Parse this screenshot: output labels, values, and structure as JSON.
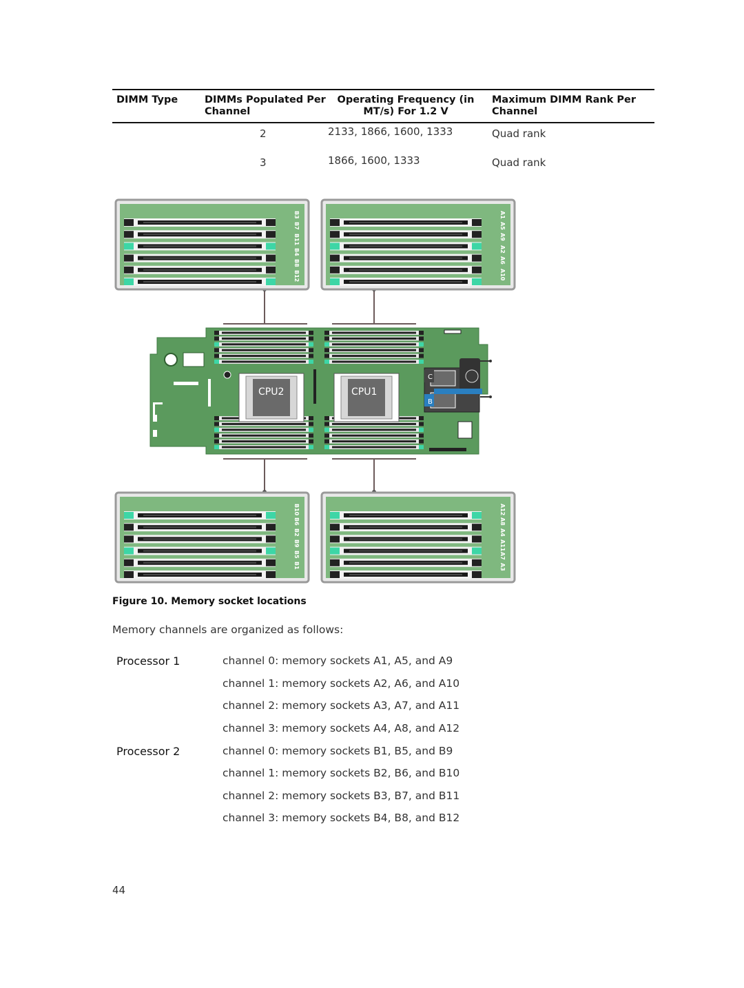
{
  "table": {
    "headers": [
      {
        "line1": "DIMM Type",
        "line2": ""
      },
      {
        "line1": "DIMMs Populated Per",
        "line2": "Channel"
      },
      {
        "line1": "Operating Frequency (in",
        "line2": "MT/s) For 1.2 V"
      },
      {
        "line1": "Maximum DIMM Rank Per",
        "line2": "Channel"
      }
    ],
    "rows": [
      {
        "dimm_type": "",
        "populated": "2",
        "frequency": "2133, 1866, 1600, 1333",
        "rank": "Quad rank"
      },
      {
        "dimm_type": "",
        "populated": "3",
        "frequency": "1866, 1600, 1333",
        "rank": "Quad rank"
      }
    ]
  },
  "figure": {
    "caption": "Figure 10. Memory socket locations",
    "cpu_labels": [
      "CPU2",
      "CPU1"
    ],
    "connector_labels": [
      "C",
      "B"
    ],
    "bank_labels": {
      "top_left": [
        "B3",
        "B7",
        "B11",
        "B4",
        "B8",
        "B12"
      ],
      "top_right": [
        "A1",
        "A5",
        "A9",
        "A2",
        "A6",
        "A10"
      ],
      "bottom_left": [
        "B10",
        "B6",
        "B2",
        "B9",
        "B5",
        "B1"
      ],
      "bottom_right": [
        "A12",
        "A8",
        "A4",
        "A11",
        "A7",
        "A3"
      ]
    },
    "colors": {
      "board": "#5b9a5d",
      "board_light": "#8cbf8c",
      "slot": "#1a1a1a",
      "latch_teal": "#3dd6a6",
      "latch_dark": "#222222",
      "highlight_blue": "#2a7fc0"
    }
  },
  "intro": "Memory channels are organized as follows:",
  "processors": [
    {
      "label": "Processor 1",
      "channels": [
        "channel 0: memory sockets A1, A5, and A9",
        "channel 1: memory sockets A2, A6, and A10",
        "channel 2: memory sockets A3, A7, and A11",
        "channel 3: memory sockets A4, A8, and A12"
      ]
    },
    {
      "label": "Processor 2",
      "channels": [
        "channel 0: memory sockets B1, B5, and B9",
        "channel 1: memory sockets B2, B6, and B10",
        "channel 2: memory sockets B3, B7, and B11",
        "channel 3: memory sockets B4, B8, and B12"
      ]
    }
  ],
  "page_number": "44"
}
